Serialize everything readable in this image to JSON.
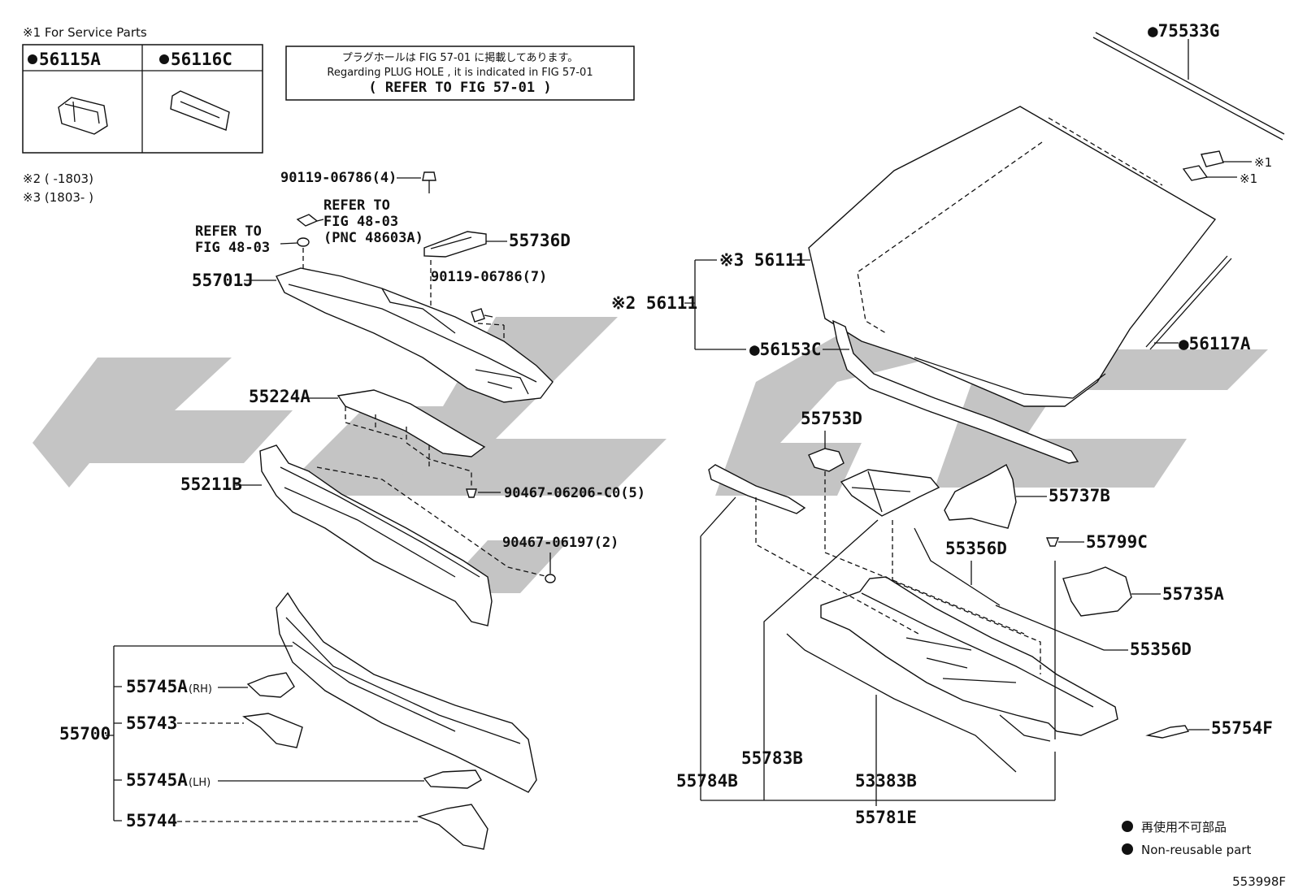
{
  "service_parts": {
    "title": "※1 For Service Parts",
    "items": [
      {
        "marker": "●",
        "number": "56115A"
      },
      {
        "marker": "●",
        "number": "56116C"
      }
    ]
  },
  "notes": {
    "n2": "※2 (      -1803)",
    "n3": "※3 (1803-      )"
  },
  "reference_box": {
    "line1": "プラグホールは FIG 57-01 に掲載してあります。",
    "line2": "Regarding  PLUG  HOLE , it is indicated in FIG  57-01",
    "line3": "( REFER TO FIG 57-01 )"
  },
  "refer_labels": {
    "a1": "REFER TO",
    "a2": "FIG 48-03",
    "a3": "(PNC 48603A)",
    "b1": "REFER TO",
    "b2": "FIG 48-03"
  },
  "callouts": {
    "p90119_4": "90119-06786(4)",
    "p55736D": "55736D",
    "p90119_7": "90119-06786(7)",
    "p55701J": "55701J",
    "p55224A": "55224A",
    "p55211B": "55211B",
    "p90467_5": "90467-06206-C0(5)",
    "p90467_2": "90467-06197(2)",
    "p55700": "55700",
    "p55745A_rh": "55745A",
    "rh": "(RH)",
    "p55743": "55743",
    "p55745A_lh": "55745A",
    "lh": "(LH)",
    "p55744": "55744",
    "p75533G": "●75533G",
    "mark1a": "※1",
    "mark1b": "※1",
    "p56111_3": "※3 56111",
    "p56111_2": "※2 56111",
    "p56153C": "●56153C",
    "p56117A": "●56117A",
    "p55753D": "55753D",
    "p55737B": "55737B",
    "p55356D_a": "55356D",
    "p55799C": "55799C",
    "p55735A": "55735A",
    "p55356D_b": "55356D",
    "p55754F": "55754F",
    "p55784B": "55784B",
    "p55783B": "55783B",
    "p53383B": "53383B",
    "p55781E": "55781E"
  },
  "legend": {
    "jp": "再使用不可部品",
    "en": "Non-reusable part"
  },
  "figure_id": "553998F",
  "colors": {
    "ink": "#111111",
    "watermark": "#bdbdbd",
    "paper": "#ffffff"
  }
}
